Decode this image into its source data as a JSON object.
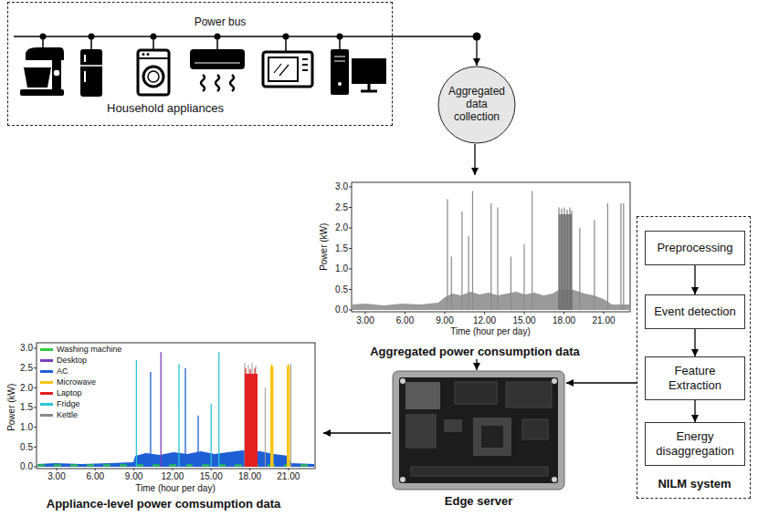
{
  "diagram": {
    "nodes": [
      {
        "text": [
          "Power bus",
          "Household appliances"
        ]
      },
      {
        "text": [
          "Aggregated data collection"
        ]
      },
      {
        "text": [
          "Aggregated power consumption data"
        ]
      },
      {
        "text": [
          "Edge server"
        ]
      },
      {
        "text": [
          "NILM system"
        ]
      },
      {
        "text": [
          "Preprocessing"
        ],
        "in": 4
      },
      {
        "text": [
          "Event detection"
        ],
        "in": 4
      },
      {
        "text": [
          "Feature Extraction"
        ],
        "in": 4
      },
      {
        "text": [
          "Energy disaggregation"
        ],
        "in": 4
      },
      {
        "text": [
          "Appliance-level power comsumption data"
        ]
      }
    ],
    "edges": [
      {
        "from": 0,
        "to": 1,
        "arrow": "to"
      },
      {
        "from": 1,
        "to": 2,
        "arrow": "to"
      },
      {
        "from": 2,
        "to": 3,
        "arrow": "to"
      },
      {
        "from": 4,
        "to": 3,
        "arrow": "to"
      },
      {
        "from": 3,
        "to": 9,
        "arrow": "to"
      },
      {
        "from": 5,
        "to": 6,
        "arrow": "to"
      },
      {
        "from": 6,
        "to": 7,
        "arrow": "to"
      },
      {
        "from": 7,
        "to": 8,
        "arrow": "to"
      }
    ],
    "labels": [
      "3.0",
      "2.5",
      "2.0",
      "1.5",
      "1.0",
      "0.5",
      "0.0",
      "3.00",
      "6.00",
      "9.00",
      "12.00",
      "15.00",
      "18.00",
      "21.00",
      "Power (kW)",
      "Time (hour per day)",
      "3.0",
      "2.5",
      "2.0",
      "1.5",
      "1.0",
      "0.5",
      "0.0",
      "3.00",
      "6.00",
      "9.00",
      "12.00",
      "15.00",
      "18.00",
      "21.00",
      "Power (kW)",
      "Time (hour per day)"
    ],
    "legend": [
      {
        "text": "Washing machine",
        "color": "#2ecc40"
      },
      {
        "text": "Desktop",
        "color": "#7b3fbf"
      },
      {
        "text": "AC",
        "color": "#1f5fd6"
      },
      {
        "text": "Microwave",
        "color": "#f5c518"
      },
      {
        "text": "Laptop",
        "color": "#e32020"
      },
      {
        "text": "Fridge",
        "color": "#29c5d6"
      },
      {
        "text": "Kettle",
        "color": "#888888"
      }
    ]
  }
}
